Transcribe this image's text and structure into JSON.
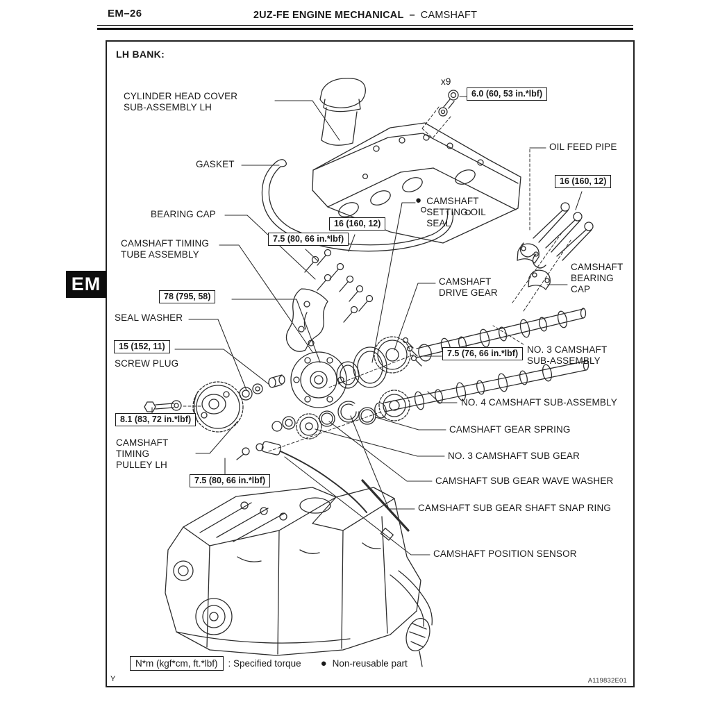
{
  "page": {
    "number": "EM–26",
    "header_bold": "2UZ-FE ENGINE MECHANICAL",
    "header_dash": "–",
    "header_section": "CAMSHAFT",
    "side_tab": "EM",
    "bank": "LH BANK:",
    "footer_left": "Y",
    "figure_id": "A119832E01"
  },
  "parts": {
    "cylinder_head_cover": "CYLINDER HEAD COVER\nSUB-ASSEMBLY LH",
    "gasket": "GASKET",
    "bolt_count": "x9",
    "oil_feed_pipe": "OIL FEED PIPE",
    "bearing_cap": "BEARING CAP",
    "camshaft_timing_tube": "CAMSHAFT TIMING\nTUBE ASSEMBLY",
    "camshaft_setting_oil_seal": "CAMSHAFT\nSETTING OIL\nSEAL",
    "camshaft_bearing_cap": "CAMSHAFT\nBEARING\nCAP",
    "camshaft_drive_gear": "CAMSHAFT\nDRIVE GEAR",
    "seal_washer": "SEAL WASHER",
    "screw_plug": "SCREW PLUG",
    "no3_camshaft_sub_assembly": "NO. 3 CAMSHAFT\nSUB-ASSEMBLY",
    "no4_camshaft_sub_assembly": "NO. 4 CAMSHAFT SUB-ASSEMBLY",
    "camshaft_gear_spring": "CAMSHAFT GEAR SPRING",
    "camshaft_timing_pulley": "CAMSHAFT\nTIMING\nPULLEY LH",
    "no3_camshaft_sub_gear": "NO. 3 CAMSHAFT SUB GEAR",
    "camshaft_sub_gear_wave_washer": "CAMSHAFT SUB GEAR WAVE WASHER",
    "camshaft_sub_gear_shaft_snap_ring": "CAMSHAFT SUB GEAR SHAFT SNAP RING",
    "camshaft_position_sensor": "CAMSHAFT POSITION SENSOR"
  },
  "torques": {
    "head_cover_bolt": "6.0 (60, 53 in.*lbf)",
    "oil_feed_pipe_bolt": "16 (160, 12)",
    "bearing_cap_bolt_16": "16 (160, 12)",
    "bearing_cap_bolt_75": "7.5 (80, 66 in.*lbf)",
    "timing_tube_bolt": "78 (795, 58)",
    "screw_plug_bolt": "15 (152, 11)",
    "drive_gear_bolt": "7.5 (76, 66 in.*lbf)",
    "pulley_bolt": "8.1 (83, 72 in.*lbf)",
    "sensor_bolt": "7.5 (80, 66 in.*lbf)"
  },
  "legend": {
    "torque_unit_box": "N*m (kgf*cm, ft.*lbf)",
    "torque_label": ": Specified torque",
    "bullet": "●",
    "non_reusable_label": "Non-reusable part"
  },
  "marks": {
    "non_reusable_bullet": "●"
  }
}
